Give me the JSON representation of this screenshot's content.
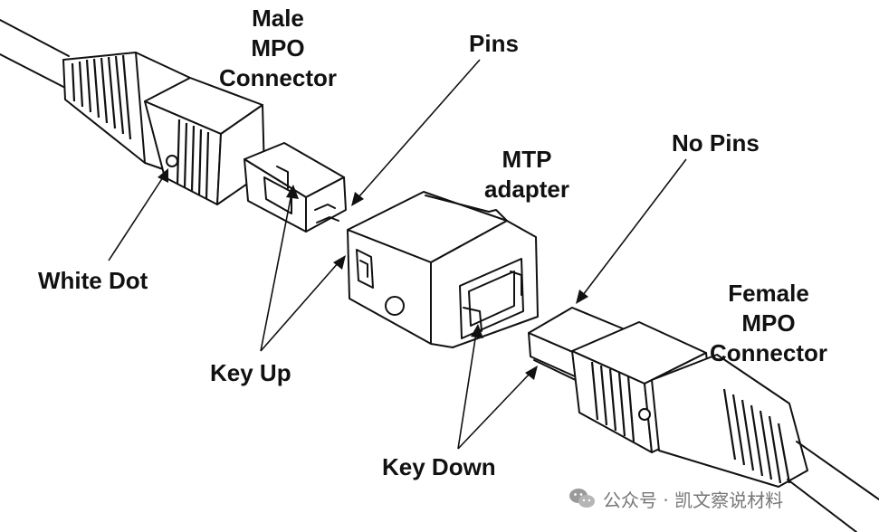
{
  "labels": {
    "male_connector": "Male\nMPO\nConnector",
    "pins": "Pins",
    "mtp_adapter": "MTP\nadapter",
    "no_pins": "No Pins",
    "white_dot": "White Dot",
    "female_connector": "Female\nMPO\nConnector",
    "key_up": "Key Up",
    "key_down": "Key Down"
  },
  "watermark": {
    "text": "公众号 · 凯文察说材料",
    "icon": "wechat-icon"
  }
}
